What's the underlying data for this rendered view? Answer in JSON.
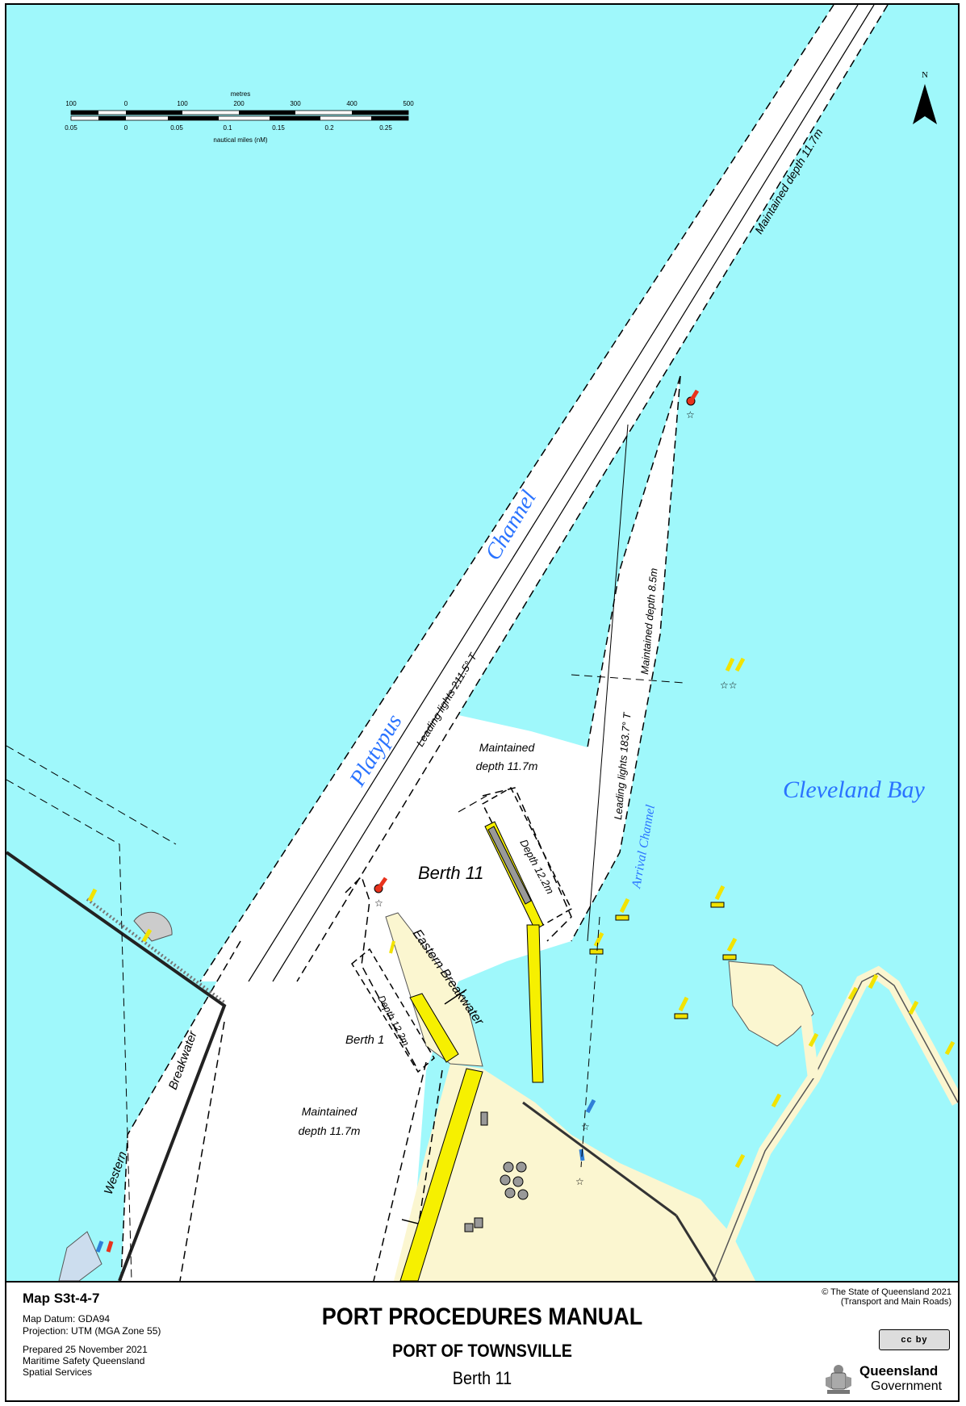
{
  "scale_bar": {
    "top_unit": "metres",
    "top_ticks": [
      "100",
      "0",
      "100",
      "200",
      "300",
      "400",
      "500"
    ],
    "bottom_ticks": [
      "0.05",
      "0",
      "0.05",
      "0.1",
      "0.15",
      "0.2",
      "0.25"
    ],
    "bottom_unit": "nautical miles (nM)"
  },
  "north_label": "N",
  "labels": {
    "platypus": "Platypus",
    "channel": "Channel",
    "leading_lights_1": "Leading lights 211.5° T",
    "maintained_depth_channel": "Maintained depth 11.7m",
    "maintained_depth_85": "Maintained depth 8.5m",
    "leading_lights_2": "Leading lights 183.7° T",
    "arrival_channel": "Arrival Channel",
    "cleveland_bay": "Cleveland Bay",
    "maintained_1": "Maintained",
    "depth_117_a": "depth 11.7m",
    "maintained_2": "Maintained",
    "depth_117_b": "depth 11.7m",
    "berth_11": "Berth 11",
    "depth_122_a": "Depth 12.2m",
    "eastern_breakwater": "Eastern Breakwater",
    "berth_1": "Berth 1",
    "depth_122_b": "Depth 12.2m",
    "western": "Western",
    "breakwater": "Breakwater"
  },
  "colors": {
    "water": "#9ff8fb",
    "land": "#fbf6d0",
    "dredged": "#ffffff",
    "berth_yellow": "#f6f000",
    "label_blue": "#2a73ff",
    "marker_red": "#e8331d",
    "marker_yellow": "#f2e300",
    "marker_blue": "#2f7fd8"
  },
  "footer": {
    "map_id": "Map S3t-4-7",
    "datum": "Map Datum:  GDA94",
    "projection": "Projection: UTM (MGA Zone 55)",
    "prepared": "Prepared 25 November 2021",
    "org": "Maritime Safety Queensland",
    "dept": "Spatial Services",
    "title": "PORT PROCEDURES MANUAL",
    "subtitle": "PORT OF TOWNSVILLE",
    "subtitle2": "Berth 11",
    "copyright_1": "© The State of Queensland 2021",
    "copyright_2": "(Transport and Main Roads)",
    "cc": "cc by",
    "qld_1": "Queensland",
    "qld_2": "Government"
  }
}
